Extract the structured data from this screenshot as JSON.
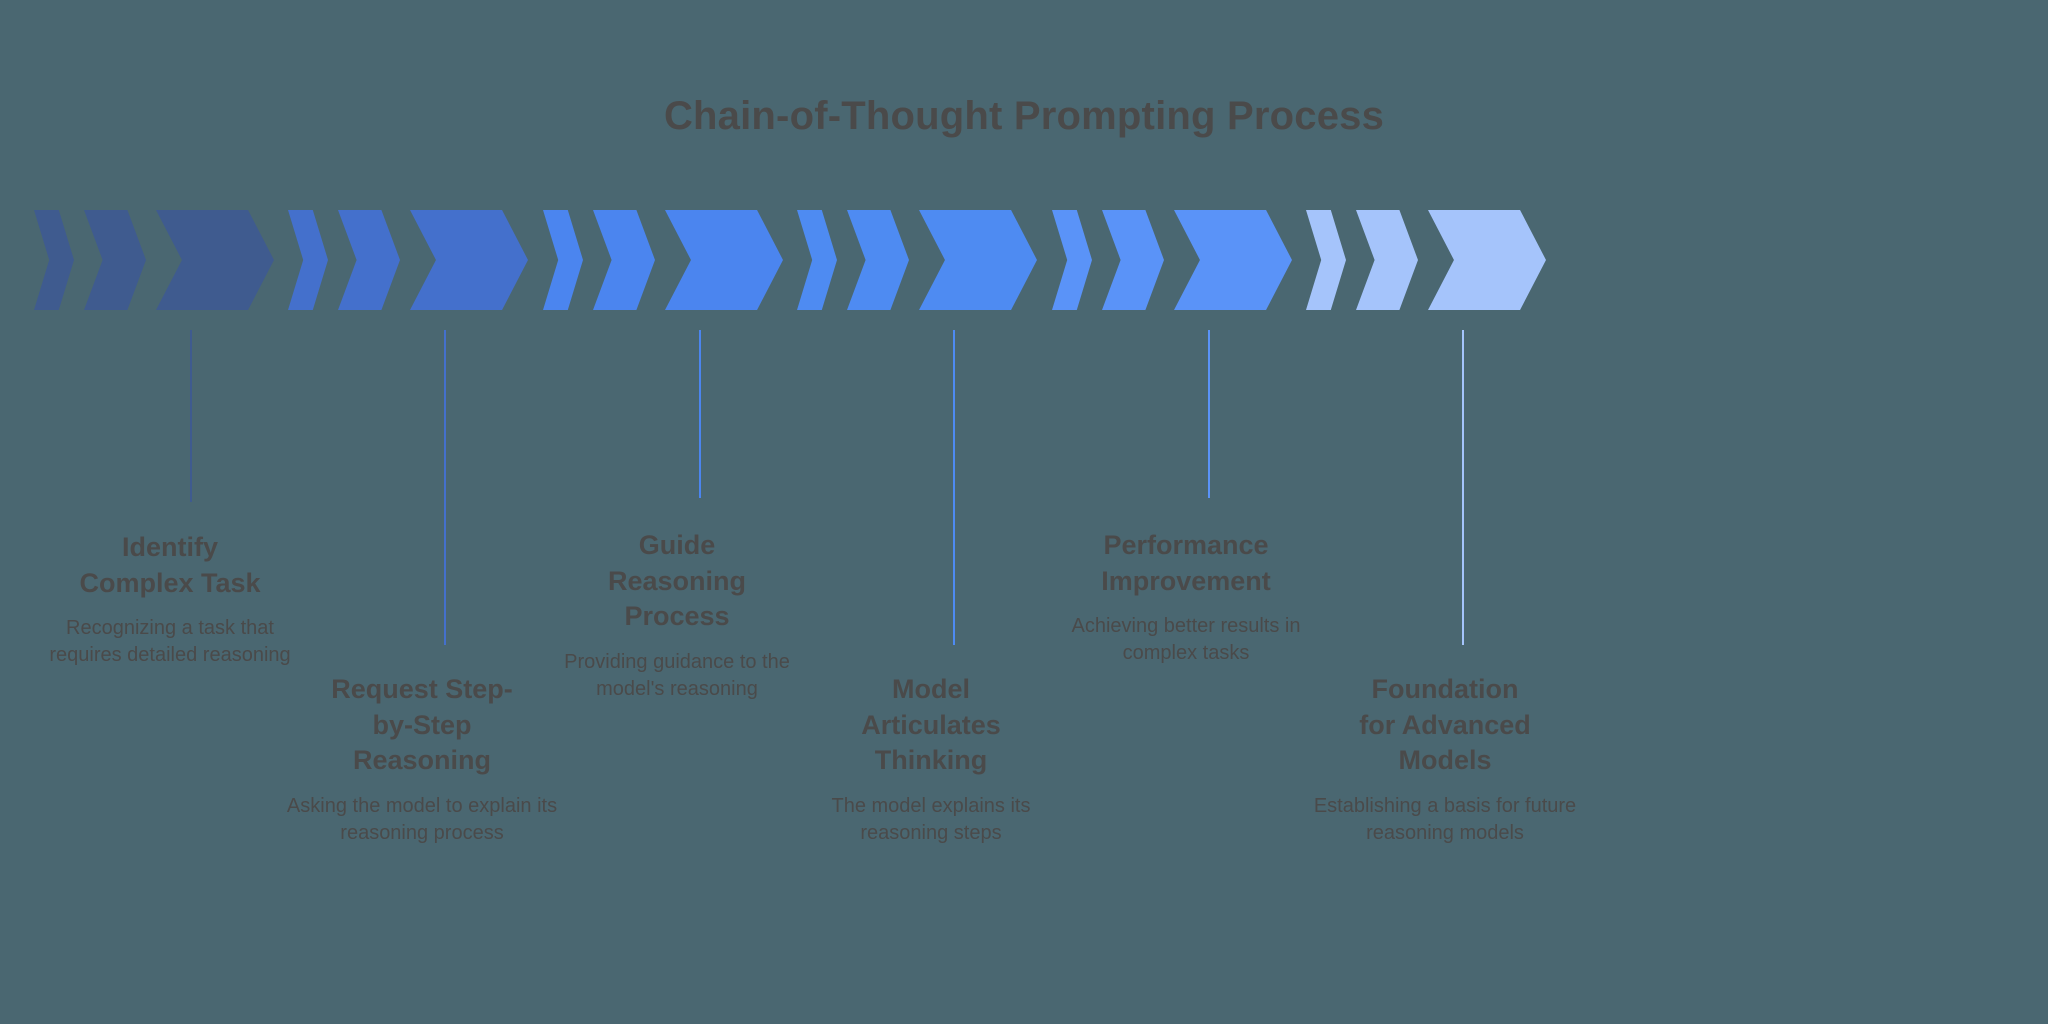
{
  "page": {
    "background_color": "#4a6771",
    "text_color": "#4a4a4a",
    "title": "Chain-of-Thought Prompting Process"
  },
  "steps": [
    {
      "index": 1,
      "title": "Identify\nComplex Task",
      "title_line1": "Identify",
      "title_line2": "Complex Task",
      "description": "Recognizing a task that requires detailed reasoning",
      "color": "#3f5b8f",
      "chevron_count": 3,
      "label_position": "above-baseline"
    },
    {
      "index": 2,
      "title": "Request Step-by-Step Reasoning",
      "title_line1": "Request Step-",
      "title_line2": "by-Step",
      "title_line3": "Reasoning",
      "description": "Asking the model to explain its reasoning process",
      "color": "#4470cc",
      "chevron_count": 3,
      "label_position": "below-baseline"
    },
    {
      "index": 3,
      "title": "Guide Reasoning Process",
      "title_line1": "Guide",
      "title_line2": "Reasoning",
      "title_line3": "Process",
      "description": "Providing guidance to the model's reasoning",
      "color": "#4b85ef",
      "chevron_count": 3,
      "label_position": "above-baseline"
    },
    {
      "index": 4,
      "title": "Model Articulates Thinking",
      "title_line1": "Model",
      "title_line2": "Articulates",
      "title_line3": "Thinking",
      "description": "The model explains its reasoning steps",
      "color": "#4e8bf2",
      "chevron_count": 3,
      "label_position": "below-baseline"
    },
    {
      "index": 5,
      "title": "Performance Improvement",
      "title_line1": "Performance",
      "title_line2": "Improvement",
      "description": "Achieving better results in complex tasks",
      "color": "#5a93f8",
      "chevron_count": 3,
      "label_position": "above-baseline"
    },
    {
      "index": 6,
      "title": "Foundation for Advanced Models",
      "title_line1": "Foundation",
      "title_line2": "for Advanced",
      "title_line3": "Models",
      "description": "Establishing a basis for future reasoning models",
      "color": "#a5c4fb",
      "chevron_count": 3,
      "label_position": "below-baseline"
    }
  ],
  "chart_data": {
    "type": "diagram",
    "diagram_type": "chevron-process-flow",
    "title": "Chain-of-Thought Prompting Process",
    "stage_count": 6,
    "stages": [
      "Identify Complex Task",
      "Request Step-by-Step Reasoning",
      "Guide Reasoning Process",
      "Model Articulates Thinking",
      "Performance Improvement",
      "Foundation for Advanced Models"
    ],
    "palette": [
      "#3f5b8f",
      "#4470cc",
      "#4b85ef",
      "#4e8bf2",
      "#5a93f8",
      "#a5c4fb"
    ]
  }
}
